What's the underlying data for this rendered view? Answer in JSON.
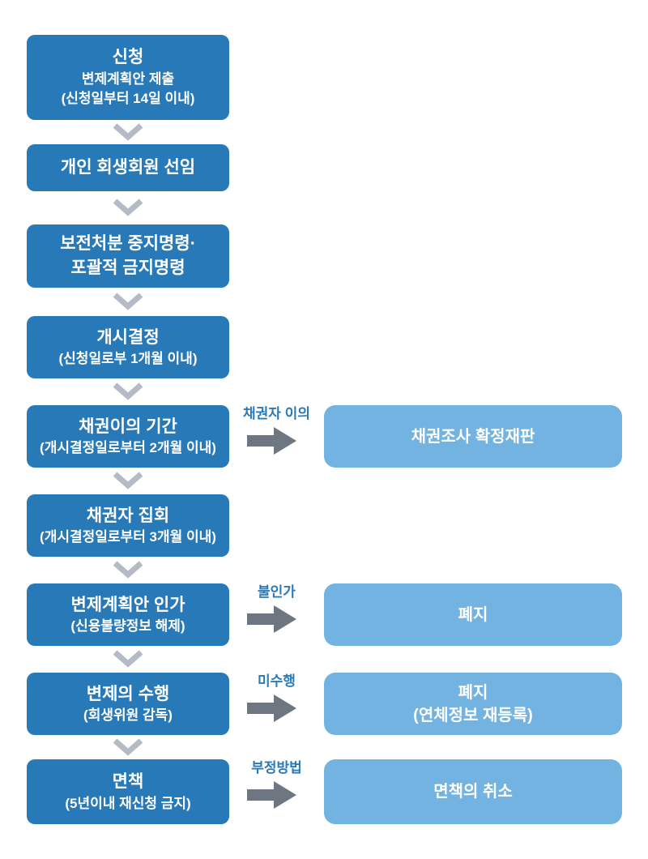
{
  "colors": {
    "primary_box": "#2879b8",
    "secondary_box": "#72b3e1",
    "down_arrow": "#b4bbc4",
    "branch_arrow": "#6e7681",
    "branch_label": "#2b7ab8",
    "box_text": "#ffffff"
  },
  "steps": [
    {
      "lines": [
        "신청",
        "변제계획안 제출",
        "(신청일부터 14일 이내)"
      ]
    },
    {
      "lines": [
        "개인 회생회원 선임"
      ]
    },
    {
      "lines": [
        "보전처분 중지명령·",
        "포괄적 금지명령"
      ]
    },
    {
      "lines": [
        "개시결정",
        "(신청일로부 1개월 이내)"
      ]
    },
    {
      "lines": [
        "채권이의 기간",
        "(개시결정일로부터 2개월 이내)"
      ],
      "branch": {
        "label": "채권자 이의",
        "lines": [
          "채권조사 확정재판"
        ]
      }
    },
    {
      "lines": [
        "채권자 집회",
        "(개시결정일로부터 3개월 이내)"
      ]
    },
    {
      "lines": [
        "변제계획안 인가",
        "(신용불량정보 해제)"
      ],
      "branch": {
        "label": "불인가",
        "lines": [
          "폐지"
        ]
      }
    },
    {
      "lines": [
        "변제의 수행",
        "(회생위원 감독)"
      ],
      "branch": {
        "label": "미수행",
        "lines": [
          "폐지",
          "(연체정보 재등록)"
        ]
      }
    },
    {
      "lines": [
        "면책",
        "(5년이내 재신청 금지)"
      ],
      "branch": {
        "label": "부정방법",
        "lines": [
          "면책의 취소"
        ]
      }
    }
  ]
}
